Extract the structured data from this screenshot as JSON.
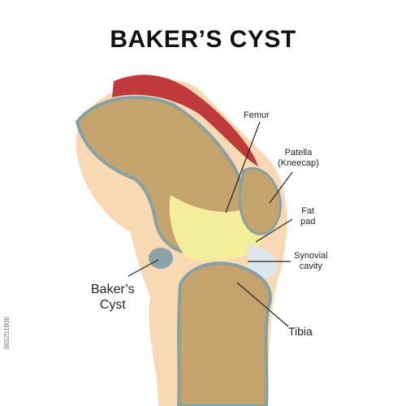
{
  "title": "BAKER’S CYST",
  "labels": {
    "femur": "Femur",
    "patella_line1": "Patella",
    "patella_line2": "(Kneecap)",
    "fat_pad_line1": "Fat",
    "fat_pad_line2": "pad",
    "synovial_line1": "Synovial",
    "synovial_line2": "cavity",
    "bakers_line1": "Baker’s",
    "bakers_line2": "Cyst",
    "tibia": "Tibia"
  },
  "watermark": "865251806",
  "colors": {
    "skin": "#f9d9b4",
    "bone": "#c4a36d",
    "bone_edge": "#86a0a4",
    "muscle": "#c0393b",
    "fat": "#f3ee9a",
    "cyst": "#8aa3a8",
    "cavity": "#dde6ea"
  }
}
